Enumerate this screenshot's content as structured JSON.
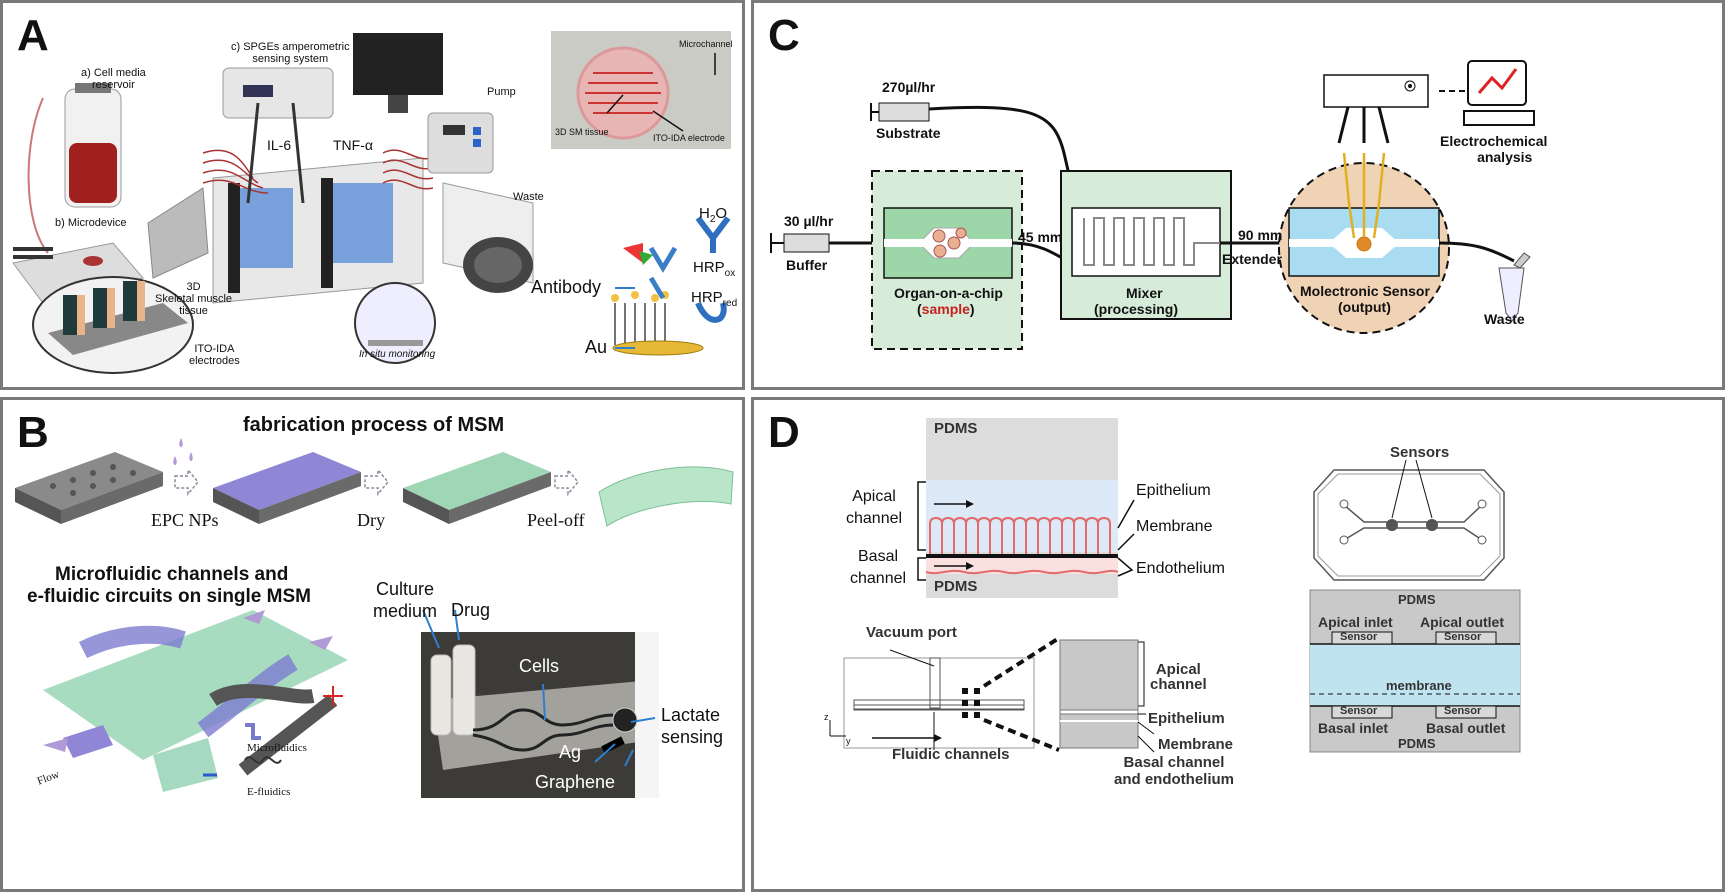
{
  "panel_a": {
    "label": "A",
    "cell_media": "a) Cell media\nreservoir",
    "spges": "c) SPGEs amperometric\nsensing system",
    "microdevice": "b) Microdevice",
    "il6": "IL-6",
    "tnf": "TNF-α",
    "pump": "Pump",
    "waste": "Waste",
    "skeletal": "3D\nSkeletal muscle\ntissue",
    "ito_ida": "ITO-IDA\nelectrodes",
    "in_situ": "In situ monitoring",
    "microchannel": "Microchannel",
    "sm_tissue": "3D SM tissue",
    "ito_electrode": "ITO-IDA electrode",
    "h2o": "H",
    "h2o_sub": "2",
    "h2o_end": "O",
    "hrp_ox": "HRP",
    "hrp_ox_sub": "ox",
    "hrp_red": "HRP",
    "hrp_red_sub": "red",
    "antibody": "Antibody",
    "au": "Au"
  },
  "panel_b": {
    "label": "B",
    "title": "fabrication process of MSM",
    "step1": "EPC NPs",
    "step2": "Dry",
    "step3": "Peel-off",
    "subtitle1": "Microfluidic channels and",
    "subtitle2": "e-fluidic circuits on single MSM",
    "flow": "Flow",
    "microfluidics": "Microfluidics",
    "efluidics": "E-fluidics",
    "culture1": "Culture",
    "culture2": "medium",
    "drug": "Drug",
    "cells": "Cells",
    "lactate1": "Lactate",
    "lactate2": "sensing",
    "ag": "Ag",
    "graphene": "Graphene"
  },
  "panel_c": {
    "label": "C",
    "substrate_rate": "270µl/hr",
    "substrate": "Substrate",
    "buffer_rate": "30 µl/hr",
    "buffer": "Buffer",
    "organ": "Organ-on-a-chip",
    "sample": "sample",
    "d45": "45 mm",
    "mixer": "Mixer",
    "processing": "(processing)",
    "d90": "90 mm",
    "extender": "Extender",
    "sensor": "Molectronic Sensor",
    "output": "(output)",
    "electro1": "Electrochemical",
    "electro2": "analysis",
    "waste": "Waste"
  },
  "panel_d": {
    "label": "D",
    "pdms_top": "PDMS",
    "pdms_bottom": "PDMS",
    "apical1": "Apical",
    "apical2": "channel",
    "basal1": "Basal",
    "basal2": "channel",
    "epithelium": "Epithelium",
    "membrane": "Membrane",
    "endothelium": "Endothelium",
    "sensors": "Sensors",
    "vacuum": "Vacuum port",
    "fluidic": "Fluidic channels",
    "apical_ch1": "Apical",
    "apical_ch2": "channel",
    "epithelium2": "Epithelium",
    "membrane2": "Membrane",
    "basal_endo1": "Basal channel",
    "basal_endo2": "and endothelium",
    "cs_pdms_top": "PDMS",
    "apical_inlet": "Apical inlet",
    "apical_outlet": "Apical outlet",
    "sensor_tag": "Sensor",
    "membrane_cs": "membrane",
    "basal_inlet": "Basal inlet",
    "basal_outlet": "Basal outlet",
    "cs_pdms_bottom": "PDMS",
    "axis_z": "z",
    "axis_y": "y"
  }
}
